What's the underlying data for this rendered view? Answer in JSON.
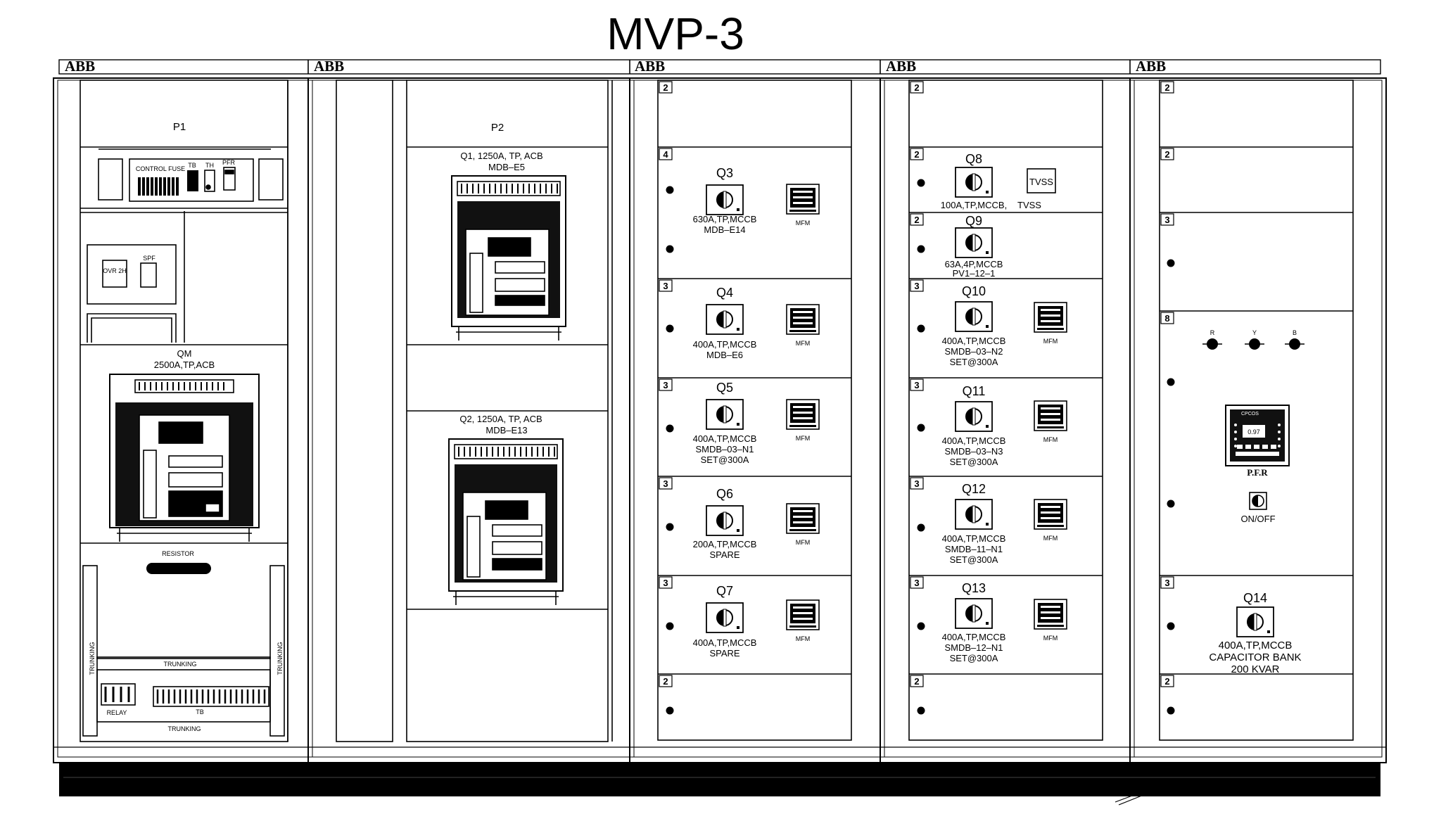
{
  "title": "MVP-3",
  "brand": "ABB",
  "panels": {
    "p1": {
      "name": "P1",
      "control_fuse": "CONTROL FUSE",
      "tb": "TB",
      "th": "TH",
      "pfr": "PFR",
      "ovr": "OVR 2H",
      "spf": "SPF",
      "main_breaker": {
        "name": "QM",
        "rating": "2500A,TP,ACB"
      },
      "resistor": "RESISTOR",
      "trunking": "TRUNKING",
      "relay": "RELAY"
    },
    "p2": {
      "name": "P2",
      "q1": {
        "line1": "Q1, 1250A, TP, ACB",
        "line2": "MDB–E5"
      },
      "q2": {
        "line1": "Q2, 1250A, TP, ACB",
        "line2": "MDB–E13"
      }
    },
    "p3": {
      "compartment_numbers": [
        "2",
        "4",
        "3",
        "3",
        "3",
        "3",
        "2"
      ],
      "feeders": [
        {
          "name": "Q3",
          "lines": [
            "630A,TP,MCCB",
            "MDB–E14"
          ],
          "meter": "MFM"
        },
        {
          "name": "Q4",
          "lines": [
            "400A,TP,MCCB",
            "MDB–E6"
          ],
          "meter": "MFM"
        },
        {
          "name": "Q5",
          "lines": [
            "400A,TP,MCCB",
            "SMDB–03–N1",
            "SET@300A"
          ],
          "meter": "MFM"
        },
        {
          "name": "Q6",
          "lines": [
            "200A,TP,MCCB",
            "SPARE"
          ],
          "meter": "MFM"
        },
        {
          "name": "Q7",
          "lines": [
            "400A,TP,MCCB",
            "SPARE"
          ],
          "meter": "MFM"
        }
      ]
    },
    "p4": {
      "compartment_numbers": [
        "2",
        "2",
        "2",
        "3",
        "3",
        "3",
        "3",
        "2"
      ],
      "q8": {
        "name": "Q8",
        "rating": "100A,TP,MCCB,",
        "tvss_label": "TVSS",
        "tvss": "TVSS"
      },
      "q9": {
        "name": "Q9",
        "lines": [
          "63A,4P,MCCB",
          "PV1–12–1"
        ]
      },
      "feeders": [
        {
          "name": "Q10",
          "lines": [
            "400A,TP,MCCB",
            "SMDB–03–N2",
            "SET@300A"
          ],
          "meter": "MFM"
        },
        {
          "name": "Q11",
          "lines": [
            "400A,TP,MCCB",
            "SMDB–03–N3",
            "SET@300A"
          ],
          "meter": "MFM"
        },
        {
          "name": "Q12",
          "lines": [
            "400A,TP,MCCB",
            "SMDB–11–N1",
            "SET@300A"
          ],
          "meter": "MFM"
        },
        {
          "name": "Q13",
          "lines": [
            "400A,TP,MCCB",
            "SMDB–12–N1",
            "SET@300A"
          ],
          "meter": "MFM"
        }
      ]
    },
    "p5": {
      "compartment_numbers": [
        "2",
        "2",
        "3",
        "8",
        "3",
        "2"
      ],
      "lamps": [
        "R",
        "Y",
        "B"
      ],
      "pfr_brand": "CPCOS",
      "pfr_display": "0.97",
      "pfr_label": "P.F.R",
      "switch_label": "ON/OFF",
      "q14": {
        "name": "Q14",
        "lines": [
          "400A,TP,MCCB",
          "CAPACITOR BANK",
          "200 KVAR"
        ]
      }
    }
  }
}
